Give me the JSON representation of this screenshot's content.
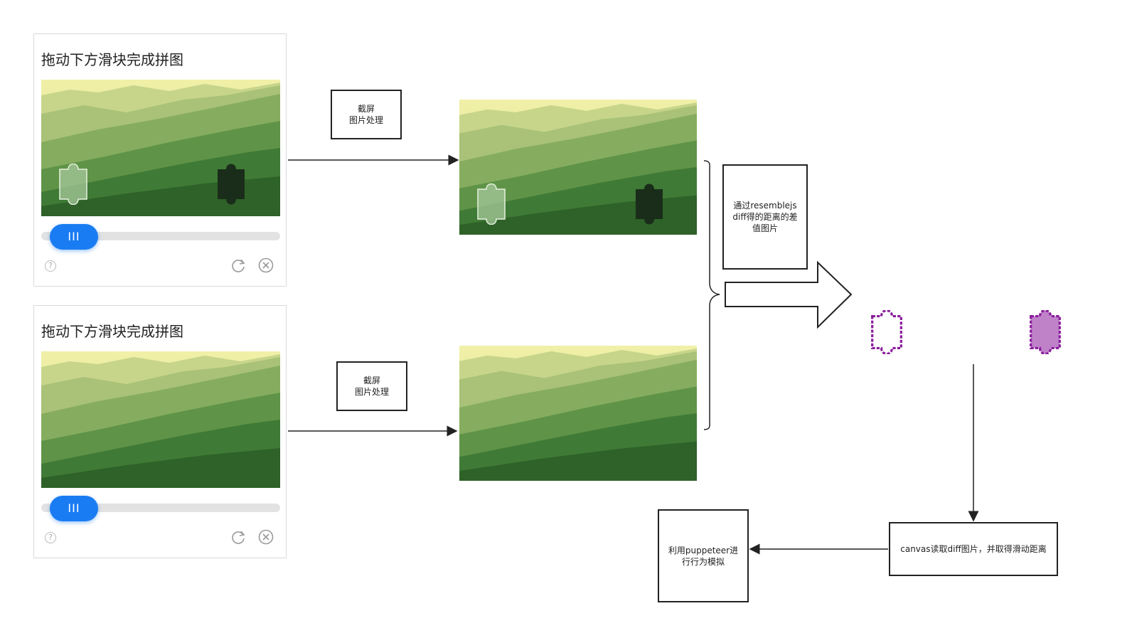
{
  "captcha_title": "拖动下方滑块完成拼图",
  "slider_grip": "III",
  "help_glyph": "?",
  "step_screenshot": "截屏\n图片处理",
  "step_diff": "通过resemblejs\ndiff得的距离的差\n值图片",
  "step_canvas": "canvas读取diff图片，并取得滑动距离",
  "step_puppeteer": "利用puppeteer进\n行行为模拟",
  "colors": {
    "slider_blue": "#1a7cf2",
    "diff_purple": "#8a1c9c"
  }
}
